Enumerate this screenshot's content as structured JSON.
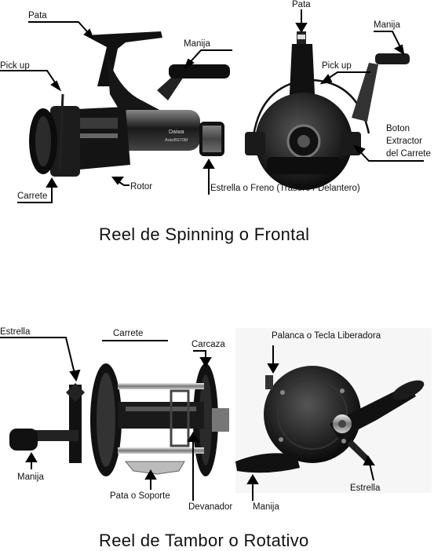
{
  "spinning": {
    "title": "Reel de Spinning o Frontal",
    "labels": {
      "pata_left": "Pata",
      "manija_left": "Manija",
      "pickup_left": "Pick up",
      "carrete_left": "Carrete",
      "rotor": "Rotor",
      "estrella_freno": "Estrella o Freno (Trasero / Delantero)",
      "pata_right": "Pata",
      "manija_right": "Manija",
      "pickup_right": "Pick up",
      "boton_line1": "Boton",
      "boton_line2": "Extractor",
      "boton_line3": "del Carrete"
    },
    "reel_brand": "Daiwa",
    "reel_model": "AutoBS70M"
  },
  "baitcast": {
    "title": "Reel de Tambor o Rotativo",
    "labels": {
      "estrella_left": "Estrella",
      "carrete": "Carrete",
      "carcaza": "Carcaza",
      "manija_left": "Manija",
      "pata_soporte": "Pata o Soporte",
      "devanador": "Devanador",
      "palanca": "Palanca o Tecla Liberadora",
      "manija_right": "Manija",
      "estrella_right": "Estrella"
    }
  }
}
